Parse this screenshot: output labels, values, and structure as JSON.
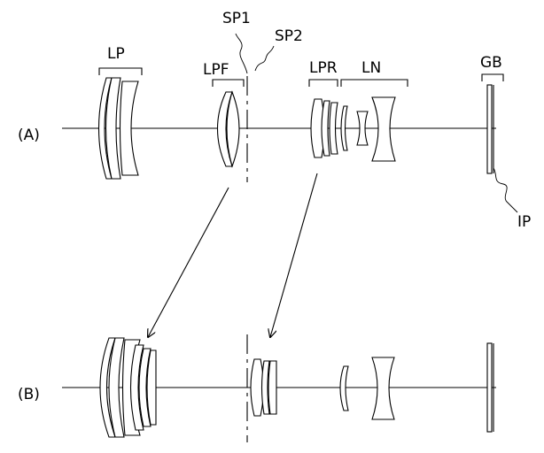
{
  "labels": {
    "lp": "LP",
    "lpf": "LPF",
    "sp1": "SP1",
    "sp2": "SP2",
    "lpr": "LPR",
    "ln": "LN",
    "gb": "GB",
    "ip": "IP",
    "state_a": "(A)",
    "state_b": "(B)"
  }
}
